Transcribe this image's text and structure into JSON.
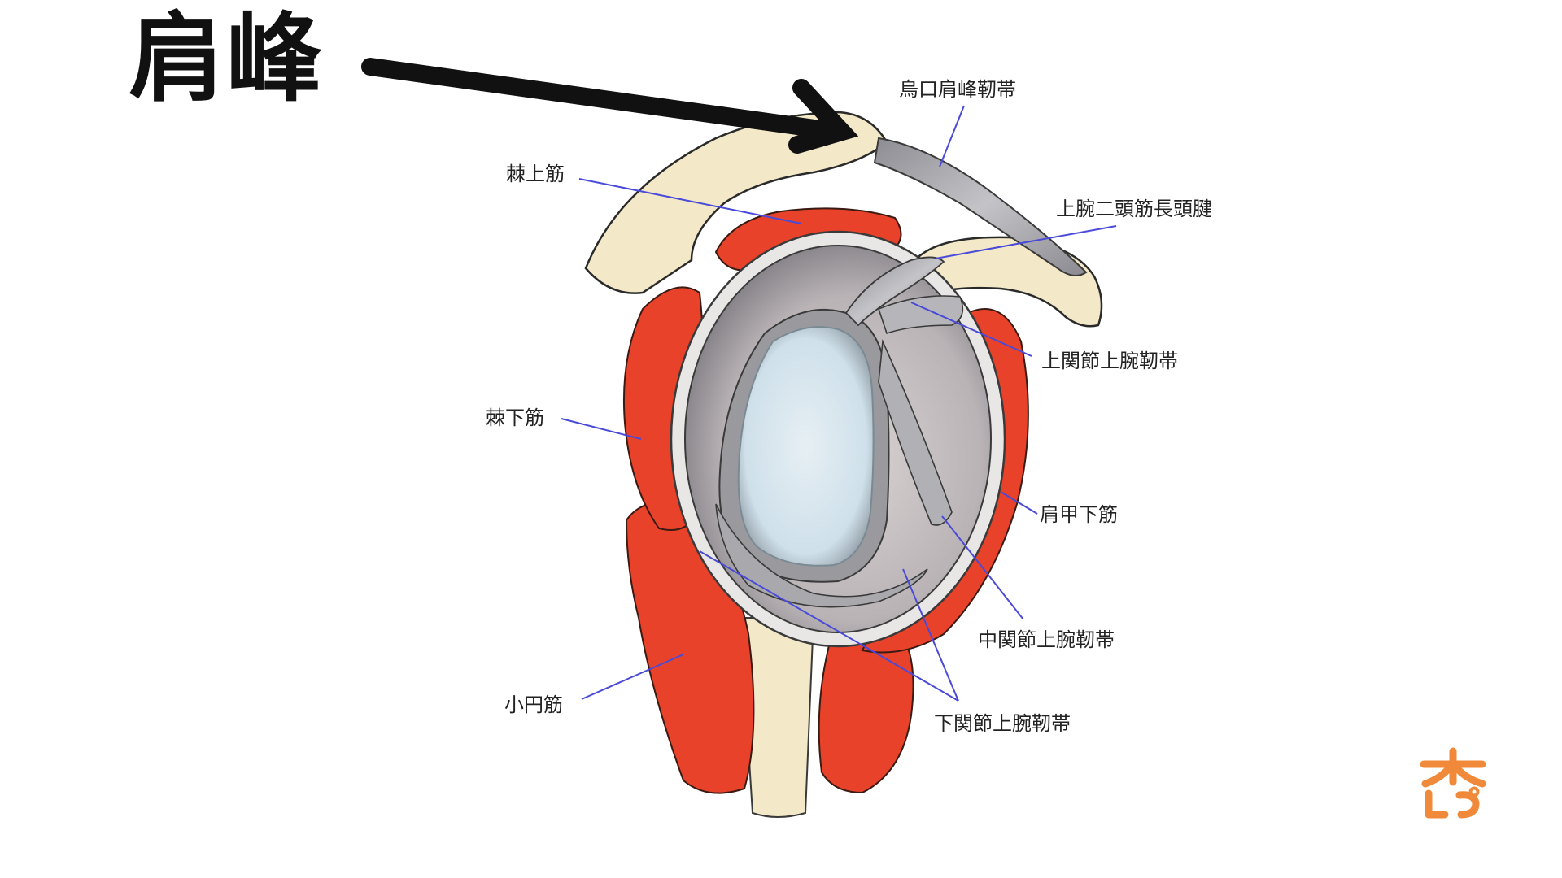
{
  "title": "肩峰",
  "labels": {
    "coracoacromial_ligament": "烏口肩峰靭帯",
    "supraspinatus": "棘上筋",
    "biceps_long_head": "上腕二頭筋長頭腱",
    "superior_glenohumeral": "上関節上腕靭帯",
    "infraspinatus": "棘下筋",
    "subscapularis": "肩甲下筋",
    "middle_glenohumeral": "中関節上腕靭帯",
    "teres_minor": "小円筋",
    "inferior_glenohumeral": "下関節上腕靭帯"
  },
  "colors": {
    "muscle": "#e8432a",
    "bone": "#f3e9c8",
    "ligament": "#a9a9ad",
    "cartilage": "#cfe0ea",
    "leader_line": "#4a4ad8",
    "logo": "#f08a3a"
  },
  "logo": {
    "icon": "brand-logo-icon"
  }
}
